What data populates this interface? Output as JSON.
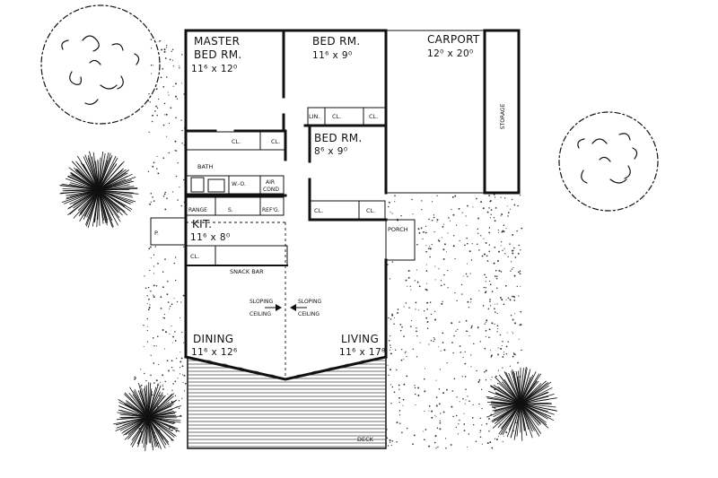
{
  "rooms": {
    "master": {
      "name_line1": "MASTER",
      "name_line2": "BED RM.",
      "size": "11⁶ x 12⁰"
    },
    "bed2": {
      "name": "BED RM.",
      "size": "11⁶ x 9⁰"
    },
    "bed3": {
      "name": "BED RM.",
      "size": "8⁶ x 9⁰"
    },
    "carport": {
      "name": "CARPORT",
      "size": "12⁰ x 20⁰"
    },
    "storage": {
      "name": "STORAGE"
    },
    "bath": {
      "name": "BATH"
    },
    "kitchen": {
      "name": "KIT.",
      "size": "11⁶ x 8⁰"
    },
    "porch": {
      "name": "PORCH"
    },
    "dining": {
      "name": "DINING",
      "size": "11⁶ x 12⁶"
    },
    "living": {
      "name": "LIVING",
      "size": "11⁶ x 17⁸"
    },
    "deck": {
      "name": "DECK"
    },
    "patio": {
      "name": "P."
    }
  },
  "fixtures": {
    "cl": "CL.",
    "lin": "LIN.",
    "wo": "W.-O.",
    "air_line1": "AIR",
    "air_line2": "COND",
    "range": "RANGE",
    "sink": "S.",
    "ref": "REF'G.",
    "snack_bar": "SNACK BAR",
    "sloping_line1": "SLOPING",
    "sloping_line2": "CEILING"
  }
}
